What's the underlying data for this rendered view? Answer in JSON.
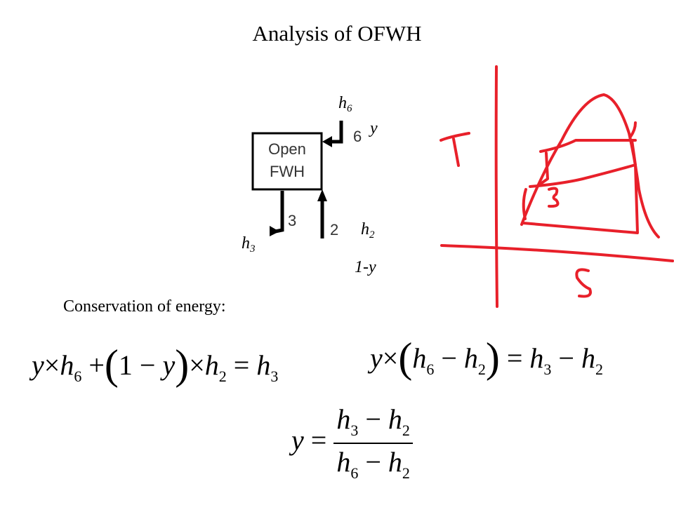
{
  "title": "Analysis  of OFWH",
  "diagram": {
    "box_label_line1": "Open",
    "box_label_line2": "FWH",
    "stream_numbers": {
      "s6": "6",
      "s3": "3",
      "s2": "2"
    },
    "h6": {
      "base": "h",
      "sub": "6"
    },
    "y_label": "y",
    "h2": {
      "base": "h",
      "sub": "2"
    },
    "h3": {
      "base": "h",
      "sub": "3"
    },
    "one_minus_y": "1-y"
  },
  "ts_sketch": {
    "t_axis": "T",
    "s_axis": "S",
    "state_label": "3",
    "ink_color": "#e8202a"
  },
  "conservation_label": "Conservation  of energy:",
  "equations": {
    "eq1": {
      "y": "y",
      "times": "×",
      "h": "h",
      "sub6": "6",
      "plus": "+",
      "lparen": "(",
      "one": "1",
      "minus": "−",
      "rparen": ")",
      "sub2": "2",
      "equals": "=",
      "sub3": "3"
    },
    "eq2": {
      "y": "y",
      "times": "×",
      "lparen": "(",
      "h": "h",
      "sub6": "6",
      "minus": "−",
      "sub2": "2",
      "rparen": ")",
      "equals": "=",
      "sub3": "3"
    },
    "eq3": {
      "y": "y",
      "equals": "=",
      "h": "h",
      "sub3": "3",
      "minus": "−",
      "sub2": "2",
      "sub6": "6"
    }
  }
}
